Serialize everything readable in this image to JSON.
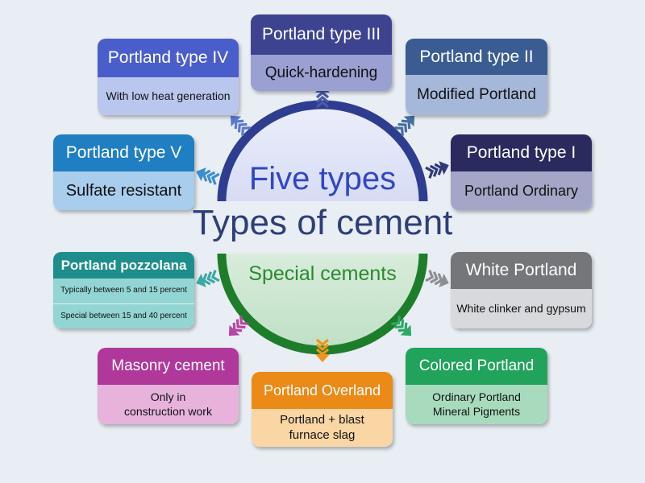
{
  "center": {
    "title": "Types of cement",
    "top_label": "Five types",
    "bottom_label": "Special cements"
  },
  "colors": {
    "top_arc": "#2e3d8f",
    "bottom_arc": "#1e7d2a",
    "center_text": "#2d3e78",
    "top_label": "#3046c8",
    "bottom_label": "#2a8a2e"
  },
  "cards": {
    "type_iv": {
      "title": "Portland type IV",
      "lines": [
        "With low heat generation"
      ],
      "color_head": "#4a5ecb",
      "color_body": "#b9c7ee",
      "arrow_color": "#5b7ad1"
    },
    "type_iii": {
      "title": "Portland type III",
      "lines": [
        "Quick-hardening"
      ],
      "color_head": "#3e4390",
      "color_body": "#9aa0d2",
      "arrow_color": "#4a5aa8"
    },
    "type_ii": {
      "title": "Portland type II",
      "lines": [
        "Modified Portland"
      ],
      "color_head": "#3a5c93",
      "color_body": "#a5b8da",
      "arrow_color": "#466f9f"
    },
    "type_v": {
      "title": "Portland type V",
      "lines": [
        "Sulfate resistant"
      ],
      "color_head": "#1f7fc2",
      "color_body": "#a9cdec",
      "arrow_color": "#3b8ed0"
    },
    "type_i": {
      "title": "Portland type I",
      "lines": [
        "Portland Ordinary"
      ],
      "color_head": "#2a2a5e",
      "color_body": "#a3a6c6",
      "arrow_color": "#2e3a7a"
    },
    "pozzolana": {
      "title": "Portland pozzolana",
      "lines": [
        "Typically between 5 and 15 percent",
        "Special between 15 and 40 percent"
      ],
      "color_head": "#1d8e8c",
      "color_body": "#93d5d3",
      "arrow_color": "#3aa9a4"
    },
    "white": {
      "title": "White Portland",
      "lines": [
        "White clinker and gypsum"
      ],
      "color_head": "#747679",
      "color_body": "#d7d9dc",
      "arrow_color": "#8d8f93"
    },
    "masonry": {
      "title": "Masonry cement",
      "lines": [
        "Only in",
        "construction work"
      ],
      "color_head": "#b0389b",
      "color_body": "#e7b3dd",
      "arrow_color": "#b547a3"
    },
    "overland": {
      "title": "Portland Overland",
      "lines": [
        "Portland + blast",
        "furnace slag"
      ],
      "color_head": "#ec8a18",
      "color_body": "#fad6a5",
      "arrow_color": "#ee951f"
    },
    "colored": {
      "title": "Colored Portland",
      "lines": [
        "Ordinary Portland",
        "Mineral Pigments"
      ],
      "color_head": "#21a35c",
      "color_body": "#a8dbbd",
      "arrow_color": "#2ea966"
    }
  }
}
